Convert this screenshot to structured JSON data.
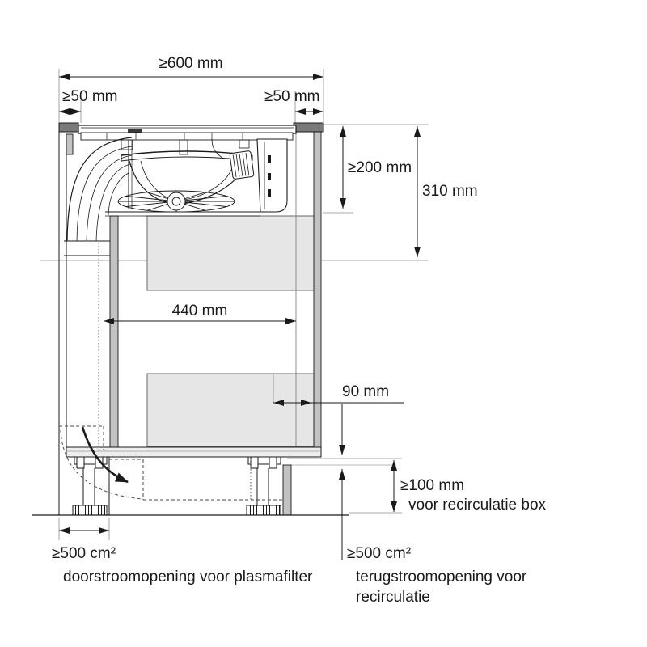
{
  "diagram": {
    "type": "appliance-installation-cross-section",
    "labels": {
      "worktop_depth": "≥600 mm",
      "left_overhang": "≥50 mm",
      "right_overhang": "≥50 mm",
      "clearance_below_worktop": "≥200 mm",
      "unit_height": "310 mm",
      "unit_width": "440 mm",
      "rear_offset": "90 mm",
      "plinth_clearance": "≥100 mm",
      "plinth_clearance_note": "voor recirculatie box",
      "front_opening_area": "≥500 cm²",
      "front_opening_caption": "doorstroomopening voor plasmafilter",
      "rear_opening_area": "≥500 cm²",
      "rear_opening_caption_1": "terugstroomopening voor",
      "rear_opening_caption_2": "recirculatie"
    },
    "colors": {
      "line": "#1a1a1a",
      "worktop": "#7a7a7a",
      "panel_gray": "#c2c2c2",
      "keepout_gray": "#e6e6e6",
      "bottom_panel": "#ededed",
      "reference_line": "#8c8c8c",
      "light_reference": "#b5b5b5"
    }
  }
}
